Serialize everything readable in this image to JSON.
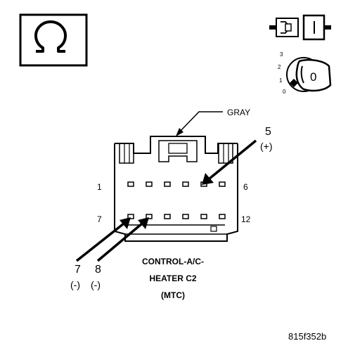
{
  "symbols": {
    "ohmmeter": "ohm-symbol-icon",
    "connector_disconnect": "connector-disconnect-icon",
    "ignition": "ignition-key-icon"
  },
  "ignition": {
    "key_position": "0",
    "scale_labels": [
      "3",
      "2",
      "1",
      "0"
    ]
  },
  "connector": {
    "housing_color_label": "GRAY",
    "pin_row_labels": {
      "top_left": "1",
      "top_right": "6",
      "bottom_left": "7",
      "bottom_right": "12"
    },
    "title_lines": [
      "CONTROL-A/C-",
      "HEATER C2",
      "(MTC)"
    ]
  },
  "probes": {
    "pin5": {
      "number": "5",
      "polarity": "(+)"
    },
    "pin7": {
      "number": "7",
      "polarity": "(-)"
    },
    "pin8": {
      "number": "8",
      "polarity": "(-)"
    }
  },
  "figure_id": "815f352b"
}
